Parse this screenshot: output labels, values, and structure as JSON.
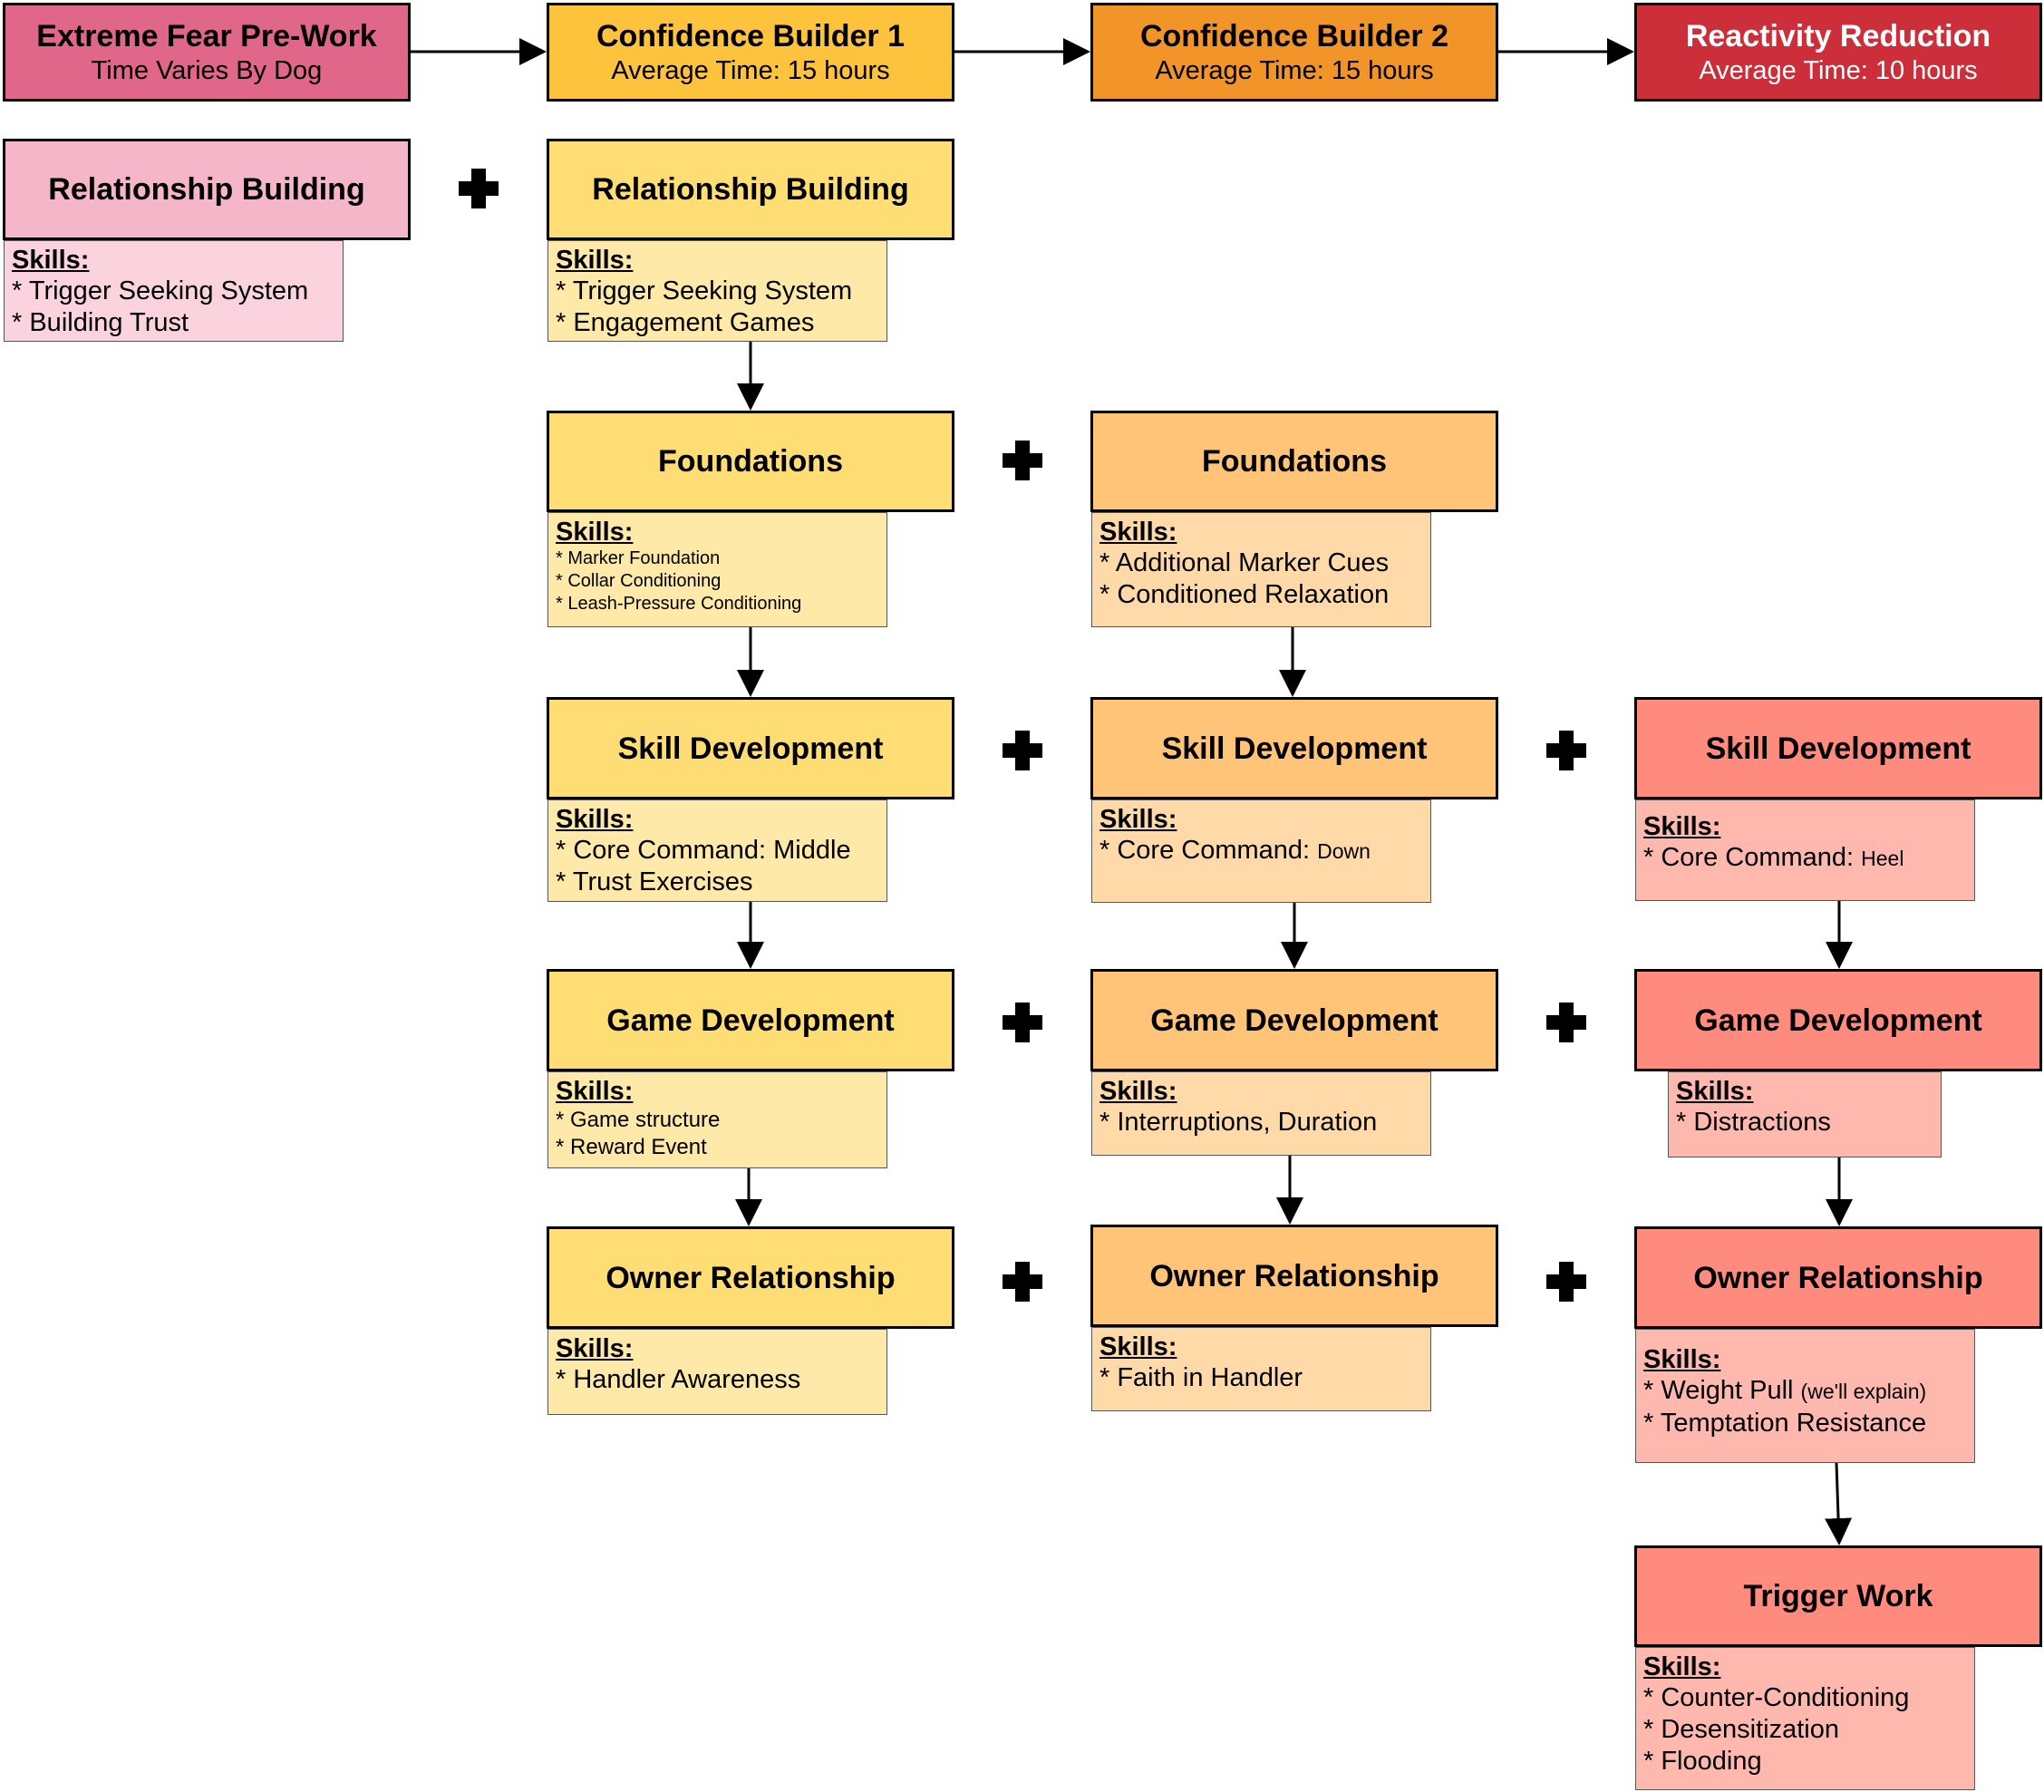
{
  "colors": {
    "pre": "#e0668a",
    "pre_light": "#f4b6c8",
    "pre_skill": "#fad3de",
    "cb1": "#fdc33c",
    "cb1_light": "#ffdd75",
    "cb1_skill": "#ffe9a8",
    "cb2": "#f29528",
    "cb2_light": "#ffc478",
    "cb2_skill": "#ffdaa8",
    "rr": "#cc2e3a",
    "rr_light": "#ff8a7e",
    "rr_skill": "#ffb8ae"
  },
  "icons": {
    "plus": "plus-icon",
    "arrow": "arrow-icon"
  },
  "headers": [
    {
      "id": "pre",
      "title": "Extreme Fear Pre-Work",
      "subtitle": "Time Varies By Dog"
    },
    {
      "id": "cb1",
      "title": "Confidence Builder 1",
      "subtitle": "Average Time: 15 hours"
    },
    {
      "id": "cb2",
      "title": "Confidence Builder 2",
      "subtitle": "Average Time: 15 hours"
    },
    {
      "id": "rr",
      "title": "Reactivity Reduction",
      "subtitle": "Average Time: 10 hours"
    }
  ],
  "skills_label": "Skills:",
  "pre": {
    "relationship": {
      "title": "Relationship Building",
      "skills": [
        "* Trigger Seeking System",
        "* Building Trust"
      ]
    }
  },
  "cb1": {
    "relationship": {
      "title": "Relationship Building",
      "skills": [
        "* Trigger Seeking System",
        "* Engagement Games"
      ]
    },
    "foundations": {
      "title": "Foundations",
      "skills": [
        "* Marker Foundation",
        "* Collar Conditioning",
        "* Leash-Pressure Conditioning"
      ]
    },
    "skill_dev": {
      "title": "Skill Development",
      "skills": [
        "* Core Command: Middle",
        "* Trust Exercises"
      ]
    },
    "game_dev": {
      "title": "Game Development",
      "skills": [
        "* Game structure",
        "* Reward Event"
      ]
    },
    "owner": {
      "title": "Owner Relationship",
      "skills": [
        "* Handler Awareness"
      ]
    }
  },
  "cb2": {
    "foundations": {
      "title": "Foundations",
      "skills": [
        "* Additional Marker Cues",
        "* Conditioned Relaxation"
      ]
    },
    "skill_dev": {
      "title": "Skill Development",
      "skill_prefix": "* Core Command: ",
      "skill_small": "Down"
    },
    "game_dev": {
      "title": "Game Development",
      "skills": [
        "* Interruptions, Duration"
      ]
    },
    "owner": {
      "title": "Owner Relationship",
      "skills": [
        "* Faith in Handler"
      ]
    }
  },
  "rr": {
    "skill_dev": {
      "title": "Skill Development",
      "skill_prefix": "* Core Command: ",
      "skill_small": "Heel"
    },
    "game_dev": {
      "title": "Game Development",
      "skills": [
        "* Distractions"
      ]
    },
    "owner": {
      "title": "Owner Relationship",
      "skill1_prefix": "* Weight Pull ",
      "skill1_note": "(we'll explain)",
      "skill2": "* Temptation Resistance"
    },
    "trigger": {
      "title": "Trigger Work",
      "skills": [
        "* Counter-Conditioning",
        "* Desensitization",
        "* Flooding"
      ]
    }
  }
}
